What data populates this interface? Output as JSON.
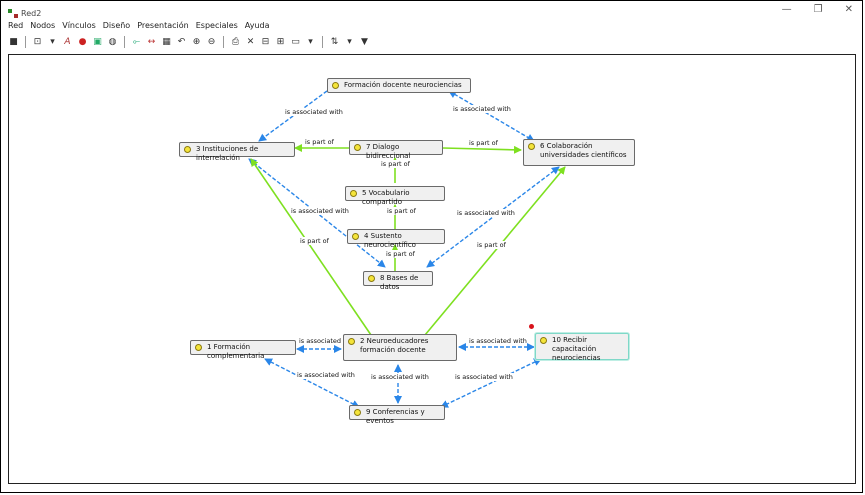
{
  "window": {
    "title": "Red2",
    "controls": {
      "minimize": "—",
      "restore": "❐",
      "close": "✕"
    }
  },
  "menu": [
    "Red",
    "Nodos",
    "Vínculos",
    "Diseño",
    "Presentación",
    "Especiales",
    "Ayuda"
  ],
  "toolbar_icons": [
    "save-icon",
    "new-node-icon",
    "dropdown-icon",
    "text-icon",
    "color-wheel-icon",
    "image-icon",
    "comment-icon",
    "layout-icon",
    "distribute-icon",
    "grid-icon",
    "undo-icon",
    "zoom-in-icon",
    "zoom-out-icon",
    "print-icon",
    "delete-icon",
    "align-icon",
    "align-alt-icon",
    "display-icon",
    "dropdown-icon",
    "sort-icon",
    "dropdown-icon",
    "filter-icon"
  ],
  "nodes": [
    {
      "id": "formacion-docente",
      "text": "Formación docente neurociencias"
    },
    {
      "id": "n3",
      "text": "3 Instituciones de interrelación"
    },
    {
      "id": "n7",
      "text": "7 Dialogo bidireccional"
    },
    {
      "id": "n6",
      "text": "6 Colaboración universidades científicos"
    },
    {
      "id": "n5",
      "text": "5 Vocabulario compartido"
    },
    {
      "id": "n4",
      "text": "4 Sustento neurocientífico"
    },
    {
      "id": "n8",
      "text": "8 Bases de datos"
    },
    {
      "id": "n1",
      "text": "1 Formación complementaria"
    },
    {
      "id": "n2",
      "text": "2 Neuroeducadores formación docente"
    },
    {
      "id": "n10",
      "text": "10 Recibir capacitación neurociencias"
    },
    {
      "id": "n9",
      "text": "9 Conferencias y eventos"
    }
  ],
  "edges": [
    {
      "from": "formacion-docente",
      "to": "n3",
      "type": "association",
      "label": "is associated with"
    },
    {
      "from": "formacion-docente",
      "to": "n6",
      "type": "association",
      "label": "is associated with"
    },
    {
      "from": "n7",
      "to": "n3",
      "type": "part",
      "label": "is part of"
    },
    {
      "from": "n7",
      "to": "n6",
      "type": "part",
      "label": "is part of"
    },
    {
      "from": "n5",
      "to": "n7",
      "type": "part",
      "label": "is part of"
    },
    {
      "from": "n4",
      "to": "n5",
      "type": "part",
      "label": "is part of"
    },
    {
      "from": "n8",
      "to": "n4",
      "type": "part",
      "label": "is part of"
    },
    {
      "from": "n3",
      "to": "n8",
      "type": "association",
      "label": "is associated with"
    },
    {
      "from": "n6",
      "to": "n8",
      "type": "association",
      "label": "is associated with"
    },
    {
      "from": "n2",
      "to": "n3",
      "type": "part",
      "label": "is part of"
    },
    {
      "from": "n2",
      "to": "n6",
      "type": "part",
      "label": "is part of"
    },
    {
      "from": "n1",
      "to": "n2",
      "type": "association",
      "label": "is associated with"
    },
    {
      "from": "n10",
      "to": "n2",
      "type": "association",
      "label": "is associated with"
    },
    {
      "from": "n1",
      "to": "n9",
      "type": "association",
      "label": "is associated with"
    },
    {
      "from": "n2",
      "to": "n9",
      "type": "association",
      "label": "is associated with"
    },
    {
      "from": "n10",
      "to": "n9",
      "type": "association",
      "label": "is associated with"
    }
  ],
  "colors": {
    "association": "#2a86e8",
    "part": "#7ee020",
    "node_fill": "#f0f0f0",
    "selected": "#7fd8c8",
    "marker": "#d8141c"
  }
}
